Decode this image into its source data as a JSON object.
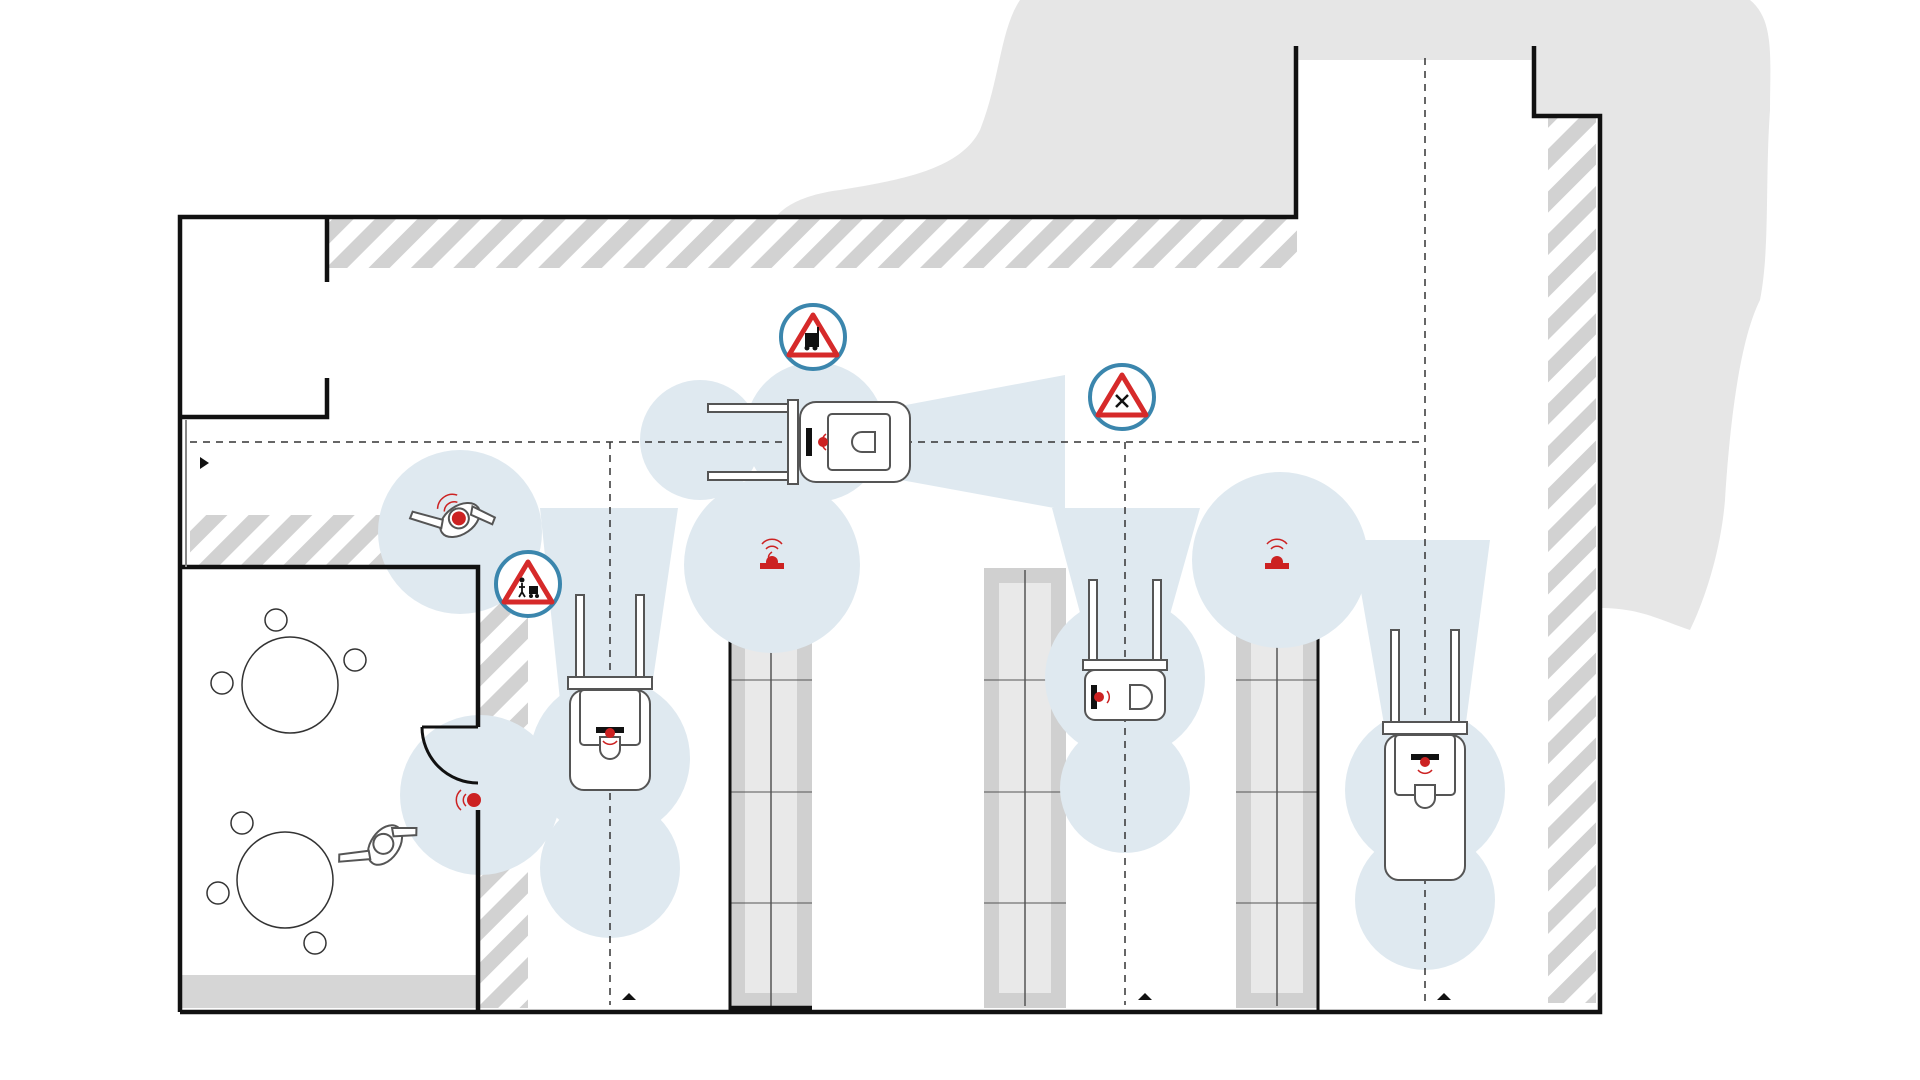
{
  "colors": {
    "background": "#ffffff",
    "wall": "#111111",
    "hatch_stripe": "#d2d2d2",
    "outdoor_gray": "#e6e6e6",
    "sensor_zone": "#dfe9f0",
    "sensor_beam": "#dfe9f0",
    "warning_ring": "#3b86ad",
    "warning_red": "#d62a2a",
    "sensor_red": "#cc2222",
    "rack_outer": "#d0d0d0",
    "rack_inner": "#e9e9e9",
    "lane_line": "#333333"
  },
  "icons": {
    "warning_forklift": "forklift-warning-sign-icon",
    "warning_crossing": "crossing-warning-sign-icon",
    "warning_pedestrian": "pedestrian-forklift-warning-sign-icon",
    "sensor": "radar-sensor-icon",
    "forklift": "forklift-icon",
    "person": "pedestrian-icon",
    "direction": "direction-arrow-icon"
  },
  "elements": {
    "forklifts": 4,
    "pedestrians": 2,
    "warning_signs": 3,
    "rack_rows": 3,
    "tables": 2
  }
}
